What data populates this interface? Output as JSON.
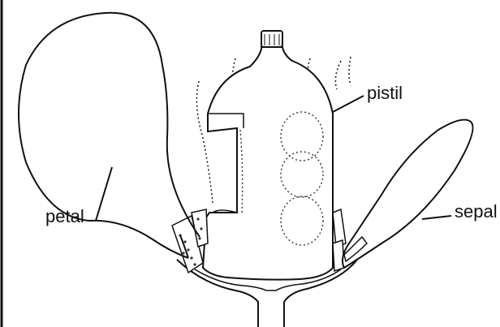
{
  "diagram": {
    "labels": {
      "pistil": "pistil",
      "petal": "petal",
      "sepal": "sepal"
    },
    "colors": {
      "ink": "#111111",
      "background": "#ffffff"
    }
  }
}
